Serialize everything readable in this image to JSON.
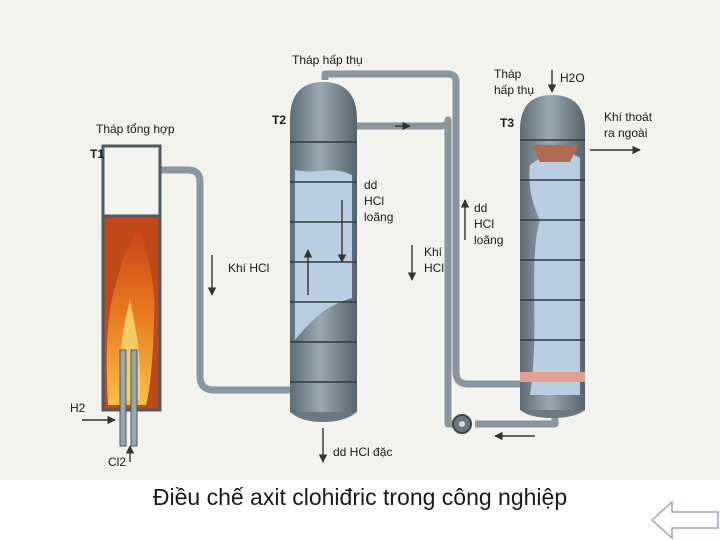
{
  "labels": {
    "tower_t1_name": "Tháp tổng hợp",
    "tower_t1_code": "T1",
    "tower_t2_name": "Tháp hấp thụ",
    "tower_t2_code": "T2",
    "tower_t3_name_line1": "Tháp",
    "tower_t3_name_line2": "hấp thụ",
    "tower_t3_code": "T3",
    "water_input": "H2O",
    "gas_out_line1": "Khí thoát",
    "gas_out_line2": "ra ngoài",
    "dilute_t2_line1": "dd",
    "dilute_t2_line2": "HCl",
    "dilute_t2_line3": "loãng",
    "dilute_t3_line1": "dd",
    "dilute_t3_line2": "HCl",
    "dilute_t3_line3": "loãng",
    "hcl_gas_left": "Khí HCl",
    "hcl_gas_mid_line1": "Khí",
    "hcl_gas_mid_line2": "HCl",
    "h2_input": "H2",
    "cl2_input": "Cl2",
    "conc_output": "dd HCl đặc"
  },
  "caption": "Điều chế axit clohiđric trong công nghiệp",
  "colors": {
    "tower_metal": "#7f8e98",
    "liquid": "#b8cde0",
    "flame": "#e8781e",
    "pipe": "#8a969c"
  }
}
